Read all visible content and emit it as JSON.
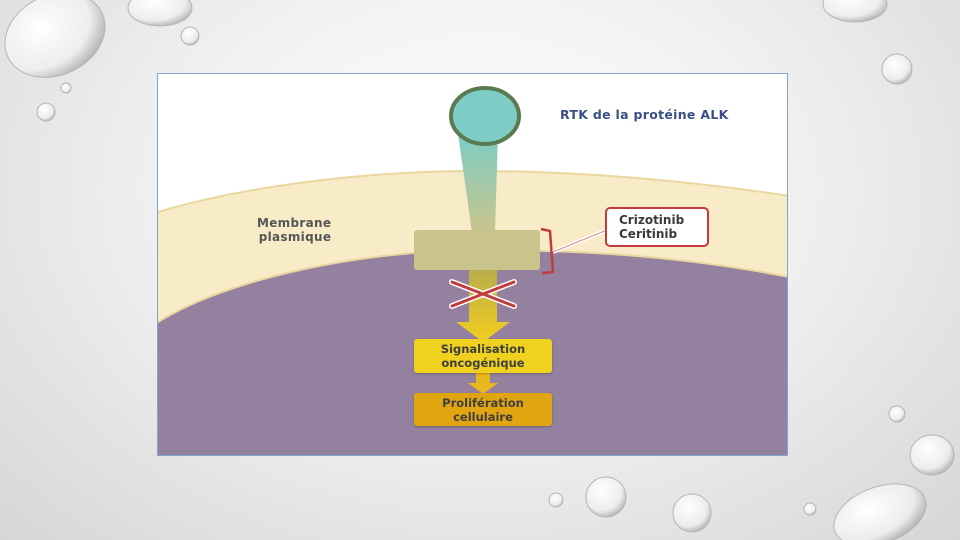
{
  "diagram": {
    "title": "RTK de la protéine ALK",
    "membrane_label": [
      "Membrane",
      "plasmique"
    ],
    "inhibitors": [
      "Crizotinib",
      "Ceritinib"
    ],
    "signaling_box": [
      "Signalisation",
      "oncogénique"
    ],
    "proliferation_box": [
      "Prolifération",
      "cellulaire"
    ],
    "blocked_marker": "x-cross",
    "colors": {
      "receptor_head": "#7dcdc6",
      "receptor_outline": "#5b7a4f",
      "membrane": "#f8ecc8",
      "cytoplasm": "#94809f",
      "kinase_domain": "#c8c48c",
      "arrow": "#e8c42a",
      "signaling": "#f0d11f",
      "proliferation": "#e1a512",
      "inhibitor_border": "#c23b3b"
    }
  }
}
